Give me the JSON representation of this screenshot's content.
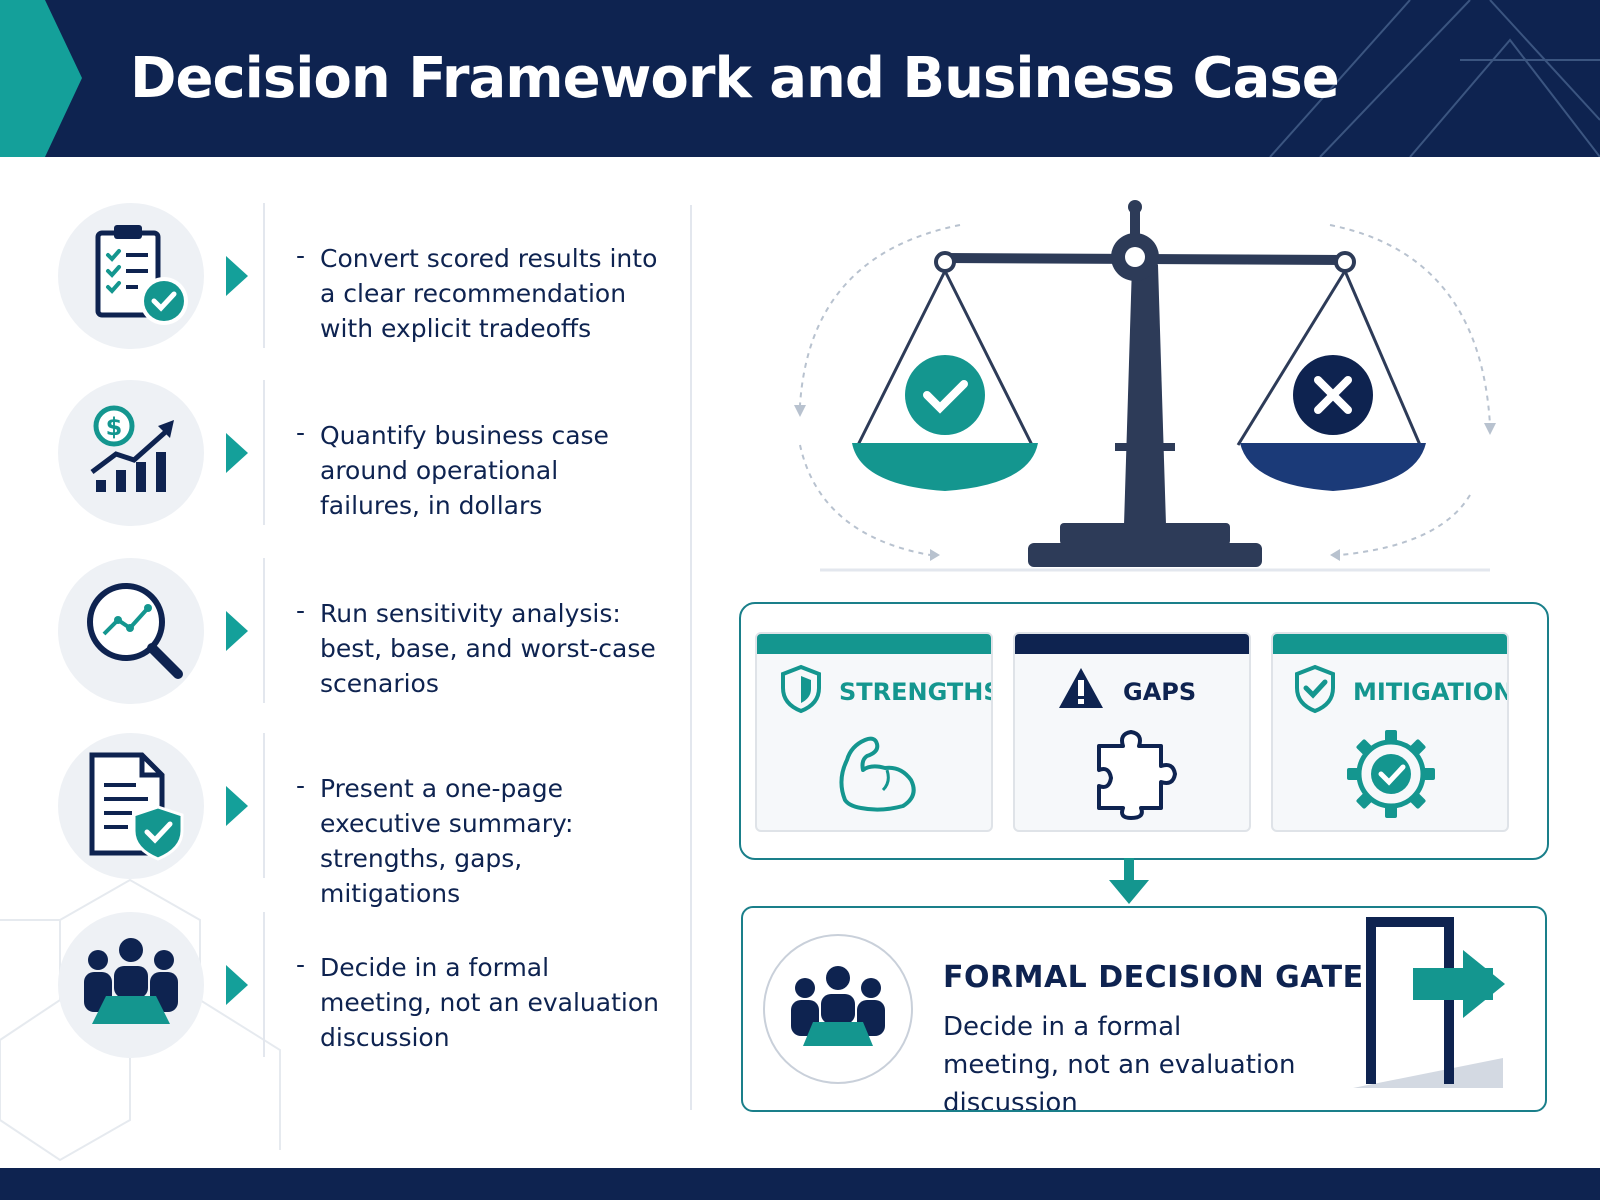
{
  "header": {
    "title": "Decision Framework and Business Case"
  },
  "steps": [
    {
      "icon": "clipboard-check-icon",
      "text": "Convert scored results into a clear recommendation with explicit tradeoffs"
    },
    {
      "icon": "dollar-growth-chart-icon",
      "text": "Quantify business case around operational failures, in dollars"
    },
    {
      "icon": "magnifier-trend-icon",
      "text": "Run sensitivity analysis: best, base, and worst-case scenarios"
    },
    {
      "icon": "document-shield-icon",
      "text": "Present a one-page executive summary: strengths, gaps, mitigations"
    },
    {
      "icon": "meeting-group-icon",
      "text": "Decide in a formal meeting, not an evaluation discussion"
    }
  ],
  "bullet": "-",
  "summary_cards": [
    {
      "label": "STRENGTHS",
      "icon": "muscle-arm-icon",
      "color": "#14968f"
    },
    {
      "label": "GAPS",
      "icon": "puzzle-piece-icon",
      "color": "#0e2350"
    },
    {
      "label": "MITIGATIONS",
      "icon": "gear-check-icon",
      "color": "#14968f"
    }
  ],
  "decision_gate": {
    "title": "FORMAL  DECISION GATE",
    "description": "Decide in a formal meeting, not an evaluation discussion"
  },
  "colors": {
    "navy": "#0e2350",
    "teal": "#14968f"
  }
}
